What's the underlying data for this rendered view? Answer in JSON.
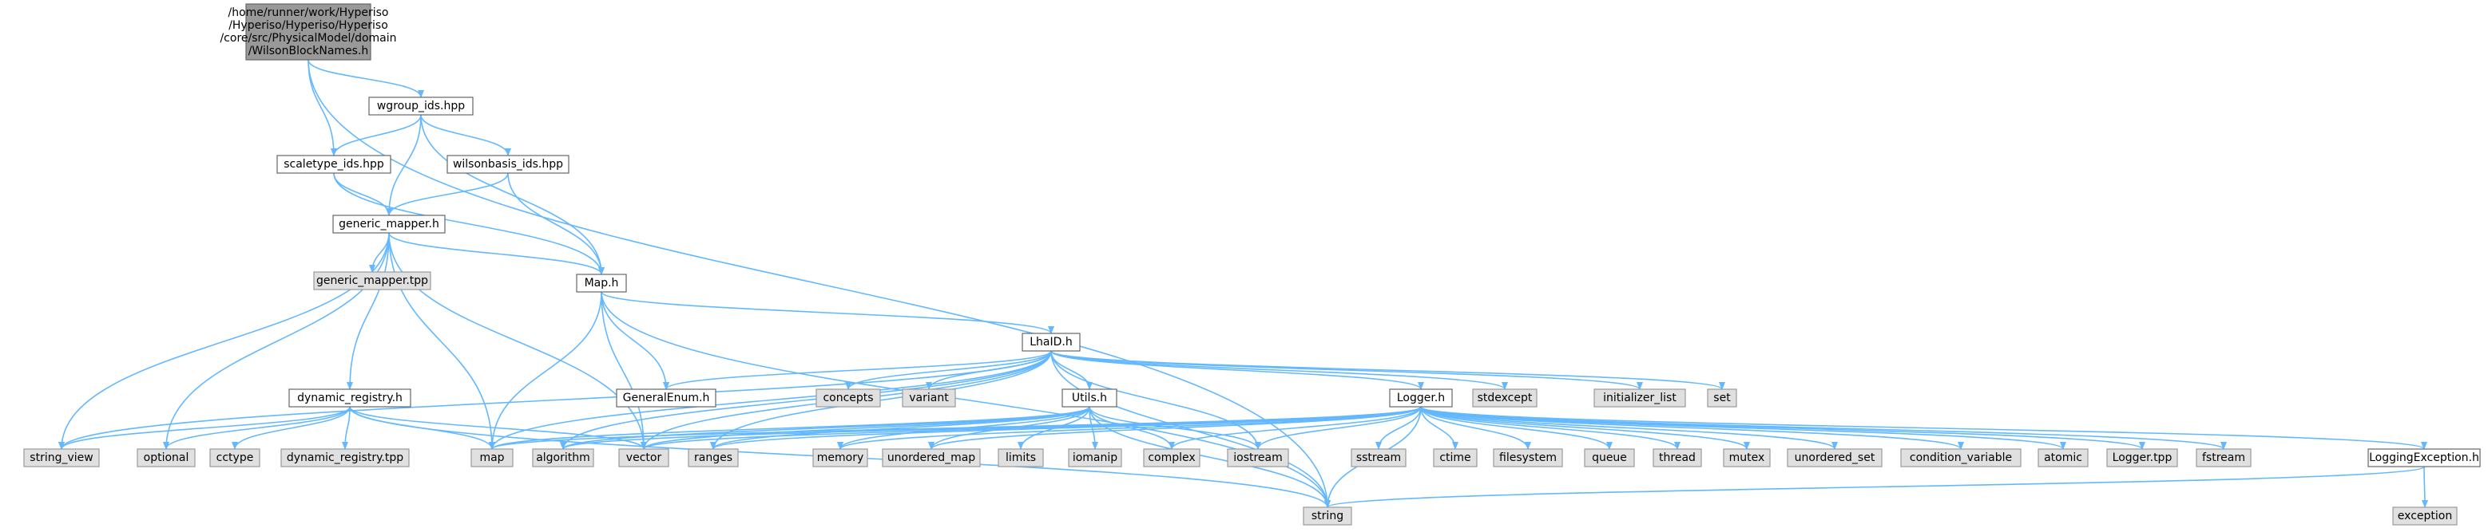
{
  "colors": {
    "edge": "#63b8ff",
    "root_fill": "#999999",
    "root_stroke": "#666666",
    "doc_fill": "#ffffff",
    "doc_stroke": "#666666",
    "ext_fill": "#e0e0e0",
    "ext_stroke": "#999999"
  },
  "nodes": [
    {
      "id": "root",
      "kind": "root",
      "lines": [
        "/home/runner/work/Hyperiso",
        "/Hyperiso/Hyperiso/Hyperiso",
        "/core/src/PhysicalModel/domain",
        "/WilsonBlockNames.h"
      ]
    },
    {
      "id": "wgroup",
      "kind": "doc",
      "lines": [
        "wgroup_ids.hpp"
      ]
    },
    {
      "id": "scaletype",
      "kind": "doc",
      "lines": [
        "scaletype_ids.hpp"
      ]
    },
    {
      "id": "wilsonbasis",
      "kind": "doc",
      "lines": [
        "wilsonbasis_ids.hpp"
      ]
    },
    {
      "id": "generic",
      "kind": "doc",
      "lines": [
        "generic_mapper.h"
      ]
    },
    {
      "id": "generictpp",
      "kind": "ext",
      "lines": [
        "generic_mapper.tpp"
      ]
    },
    {
      "id": "map_h",
      "kind": "doc",
      "lines": [
        "Map.h"
      ]
    },
    {
      "id": "lhaid",
      "kind": "doc",
      "lines": [
        "LhaID.h"
      ]
    },
    {
      "id": "genenum",
      "kind": "doc",
      "lines": [
        "GeneralEnum.h"
      ]
    },
    {
      "id": "dynreg",
      "kind": "doc",
      "lines": [
        "dynamic_registry.h"
      ]
    },
    {
      "id": "utils",
      "kind": "doc",
      "lines": [
        "Utils.h"
      ]
    },
    {
      "id": "logger",
      "kind": "doc",
      "lines": [
        "Logger.h"
      ]
    },
    {
      "id": "logexc",
      "kind": "doc",
      "lines": [
        "LoggingException.h"
      ]
    },
    {
      "id": "concepts",
      "kind": "ext",
      "lines": [
        "concepts"
      ]
    },
    {
      "id": "variant",
      "kind": "ext",
      "lines": [
        "variant"
      ]
    },
    {
      "id": "stdexcept",
      "kind": "ext",
      "lines": [
        "stdexcept"
      ]
    },
    {
      "id": "initlist",
      "kind": "ext",
      "lines": [
        "initializer_list"
      ]
    },
    {
      "id": "set",
      "kind": "ext",
      "lines": [
        "set"
      ]
    },
    {
      "id": "string_view",
      "kind": "ext",
      "lines": [
        "string_view"
      ]
    },
    {
      "id": "optional",
      "kind": "ext",
      "lines": [
        "optional"
      ]
    },
    {
      "id": "cctype",
      "kind": "ext",
      "lines": [
        "cctype"
      ]
    },
    {
      "id": "dynregtpp",
      "kind": "ext",
      "lines": [
        "dynamic_registry.tpp"
      ]
    },
    {
      "id": "map",
      "kind": "ext",
      "lines": [
        "map"
      ]
    },
    {
      "id": "algorithm",
      "kind": "ext",
      "lines": [
        "algorithm"
      ]
    },
    {
      "id": "vector",
      "kind": "ext",
      "lines": [
        "vector"
      ]
    },
    {
      "id": "ranges",
      "kind": "ext",
      "lines": [
        "ranges"
      ]
    },
    {
      "id": "memory",
      "kind": "ext",
      "lines": [
        "memory"
      ]
    },
    {
      "id": "unordered_map",
      "kind": "ext",
      "lines": [
        "unordered_map"
      ]
    },
    {
      "id": "limits",
      "kind": "ext",
      "lines": [
        "limits"
      ]
    },
    {
      "id": "iomanip",
      "kind": "ext",
      "lines": [
        "iomanip"
      ]
    },
    {
      "id": "complex",
      "kind": "ext",
      "lines": [
        "complex"
      ]
    },
    {
      "id": "iostream",
      "kind": "ext",
      "lines": [
        "iostream"
      ]
    },
    {
      "id": "sstream",
      "kind": "ext",
      "lines": [
        "sstream"
      ]
    },
    {
      "id": "ctime",
      "kind": "ext",
      "lines": [
        "ctime"
      ]
    },
    {
      "id": "filesystem",
      "kind": "ext",
      "lines": [
        "filesystem"
      ]
    },
    {
      "id": "queue",
      "kind": "ext",
      "lines": [
        "queue"
      ]
    },
    {
      "id": "thread",
      "kind": "ext",
      "lines": [
        "thread"
      ]
    },
    {
      "id": "mutex",
      "kind": "ext",
      "lines": [
        "mutex"
      ]
    },
    {
      "id": "unordered_set",
      "kind": "ext",
      "lines": [
        "unordered_set"
      ]
    },
    {
      "id": "condvar",
      "kind": "ext",
      "lines": [
        "condition_variable"
      ]
    },
    {
      "id": "atomic",
      "kind": "ext",
      "lines": [
        "atomic"
      ]
    },
    {
      "id": "loggertpp",
      "kind": "ext",
      "lines": [
        "Logger.tpp"
      ]
    },
    {
      "id": "fstream",
      "kind": "ext",
      "lines": [
        "fstream"
      ]
    },
    {
      "id": "string",
      "kind": "ext",
      "lines": [
        "string"
      ]
    },
    {
      "id": "exception",
      "kind": "ext",
      "lines": [
        "exception"
      ]
    }
  ],
  "edges": [
    [
      "root",
      "wgroup"
    ],
    [
      "root",
      "scaletype"
    ],
    [
      "root",
      "string"
    ],
    [
      "wgroup",
      "scaletype"
    ],
    [
      "wgroup",
      "wilsonbasis"
    ],
    [
      "wgroup",
      "generic"
    ],
    [
      "wgroup",
      "map_h"
    ],
    [
      "scaletype",
      "generic"
    ],
    [
      "scaletype",
      "map_h"
    ],
    [
      "wilsonbasis",
      "generic"
    ],
    [
      "wilsonbasis",
      "map_h"
    ],
    [
      "generic",
      "generictpp"
    ],
    [
      "generic",
      "map_h"
    ],
    [
      "generic",
      "dynreg"
    ],
    [
      "generic",
      "string_view"
    ],
    [
      "generic",
      "optional"
    ],
    [
      "generic",
      "map"
    ],
    [
      "generic",
      "vector"
    ],
    [
      "map_h",
      "lhaid"
    ],
    [
      "map_h",
      "genenum"
    ],
    [
      "map_h",
      "map"
    ],
    [
      "map_h",
      "vector"
    ],
    [
      "map_h",
      "string"
    ],
    [
      "lhaid",
      "genenum"
    ],
    [
      "lhaid",
      "concepts"
    ],
    [
      "lhaid",
      "variant"
    ],
    [
      "lhaid",
      "utils"
    ],
    [
      "lhaid",
      "logger"
    ],
    [
      "lhaid",
      "stdexcept"
    ],
    [
      "lhaid",
      "initlist"
    ],
    [
      "lhaid",
      "set"
    ],
    [
      "lhaid",
      "map"
    ],
    [
      "lhaid",
      "algorithm"
    ],
    [
      "lhaid",
      "vector"
    ],
    [
      "lhaid",
      "ranges"
    ],
    [
      "lhaid",
      "iostream"
    ],
    [
      "lhaid",
      "string"
    ],
    [
      "lhaid",
      "string_view"
    ],
    [
      "dynreg",
      "string_view"
    ],
    [
      "dynreg",
      "optional"
    ],
    [
      "dynreg",
      "cctype"
    ],
    [
      "dynreg",
      "dynregtpp"
    ],
    [
      "dynreg",
      "map"
    ],
    [
      "dynreg",
      "vector"
    ],
    [
      "dynreg",
      "string"
    ],
    [
      "utils",
      "map"
    ],
    [
      "utils",
      "algorithm"
    ],
    [
      "utils",
      "vector"
    ],
    [
      "utils",
      "ranges"
    ],
    [
      "utils",
      "memory"
    ],
    [
      "utils",
      "unordered_map"
    ],
    [
      "utils",
      "limits"
    ],
    [
      "utils",
      "iomanip"
    ],
    [
      "utils",
      "complex"
    ],
    [
      "utils",
      "iostream"
    ],
    [
      "utils",
      "string"
    ],
    [
      "logger",
      "map"
    ],
    [
      "logger",
      "algorithm"
    ],
    [
      "logger",
      "vector"
    ],
    [
      "logger",
      "ranges"
    ],
    [
      "logger",
      "memory"
    ],
    [
      "logger",
      "unordered_map"
    ],
    [
      "logger",
      "complex"
    ],
    [
      "logger",
      "iostream"
    ],
    [
      "logger",
      "sstream"
    ],
    [
      "logger",
      "ctime"
    ],
    [
      "logger",
      "filesystem"
    ],
    [
      "logger",
      "queue"
    ],
    [
      "logger",
      "thread"
    ],
    [
      "logger",
      "mutex"
    ],
    [
      "logger",
      "unordered_set"
    ],
    [
      "logger",
      "condvar"
    ],
    [
      "logger",
      "atomic"
    ],
    [
      "logger",
      "loggertpp"
    ],
    [
      "logger",
      "fstream"
    ],
    [
      "logger",
      "logexc"
    ],
    [
      "logger",
      "string"
    ],
    [
      "logexc",
      "string"
    ],
    [
      "logexc",
      "exception"
    ]
  ]
}
